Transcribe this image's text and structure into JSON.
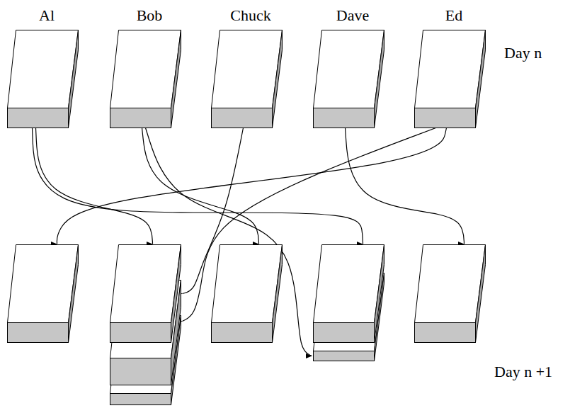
{
  "diagram": {
    "nodes": [
      {
        "text": [
          "Al"
        ]
      },
      {
        "text": [
          "Bob"
        ]
      },
      {
        "text": [
          "Chuck"
        ]
      },
      {
        "text": [
          "Dave"
        ]
      },
      {
        "text": [
          "Ed"
        ]
      },
      {
        "text": []
      },
      {
        "text": []
      },
      {
        "text": []
      },
      {
        "text": []
      },
      {
        "text": []
      }
    ],
    "edges": [
      {
        "from": 0,
        "to": 6,
        "arrow": "to"
      },
      {
        "from": 0,
        "to": 8,
        "arrow": "to"
      },
      {
        "from": 1,
        "to": 7,
        "arrow": "to"
      },
      {
        "from": 1,
        "to": 8,
        "arrow": "to"
      },
      {
        "from": 2,
        "to": 6,
        "arrow": "to"
      },
      {
        "from": 3,
        "to": 9,
        "arrow": "to"
      },
      {
        "from": 4,
        "to": 5,
        "arrow": "to"
      },
      {
        "from": 4,
        "to": 6,
        "arrow": "to"
      }
    ],
    "labels": [
      "Day n",
      "Day n +1"
    ]
  }
}
